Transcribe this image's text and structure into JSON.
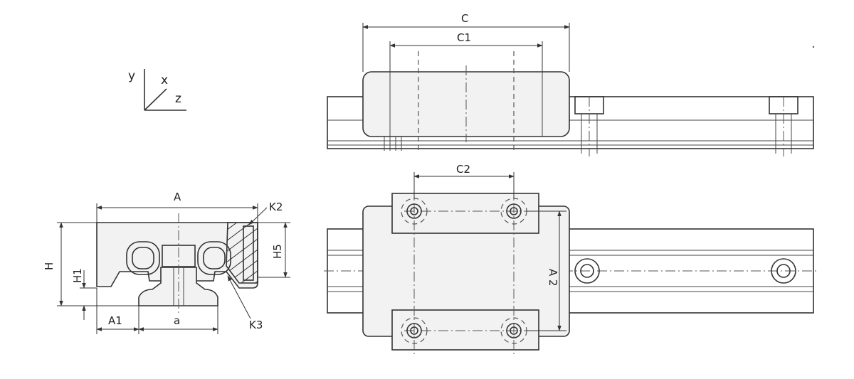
{
  "axes": {
    "y": "y",
    "x": "x",
    "z": "z"
  },
  "dimensions": {
    "C": "C",
    "C1": "C1",
    "C2": "C2",
    "A": "A",
    "A1": "A1",
    "A2": "A 2",
    "a": "a",
    "H": "H",
    "H1": "H1",
    "H5": "H5",
    "K2": "K2",
    "K3": "K3"
  },
  "colors": {
    "stroke": "#333333",
    "fill": "#f2f2f2",
    "background": "#ffffff"
  }
}
